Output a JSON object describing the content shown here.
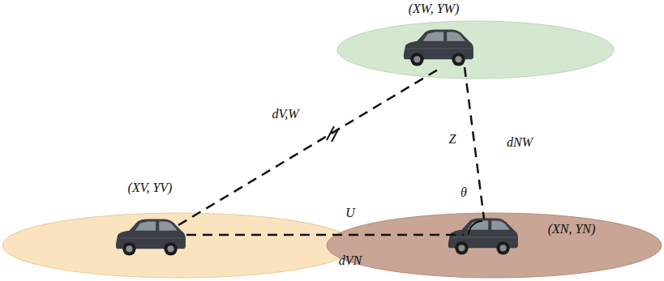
{
  "diagram": {
    "nodes": [
      {
        "text": [
          "(XW, YW)"
        ]
      },
      {
        "text": [
          "(XV, YV)"
        ]
      },
      {
        "text": [
          "(XN, YN)"
        ]
      }
    ],
    "edges": [
      {
        "from": 1,
        "to": 0,
        "arrow": "none",
        "label": "dV,W"
      },
      {
        "from": 0,
        "to": 2,
        "arrow": "none",
        "label": "dNW"
      },
      {
        "from": 1,
        "to": 2,
        "arrow": "none",
        "label": "dVN"
      }
    ],
    "labels": [
      "Z",
      "U",
      "θ"
    ]
  }
}
